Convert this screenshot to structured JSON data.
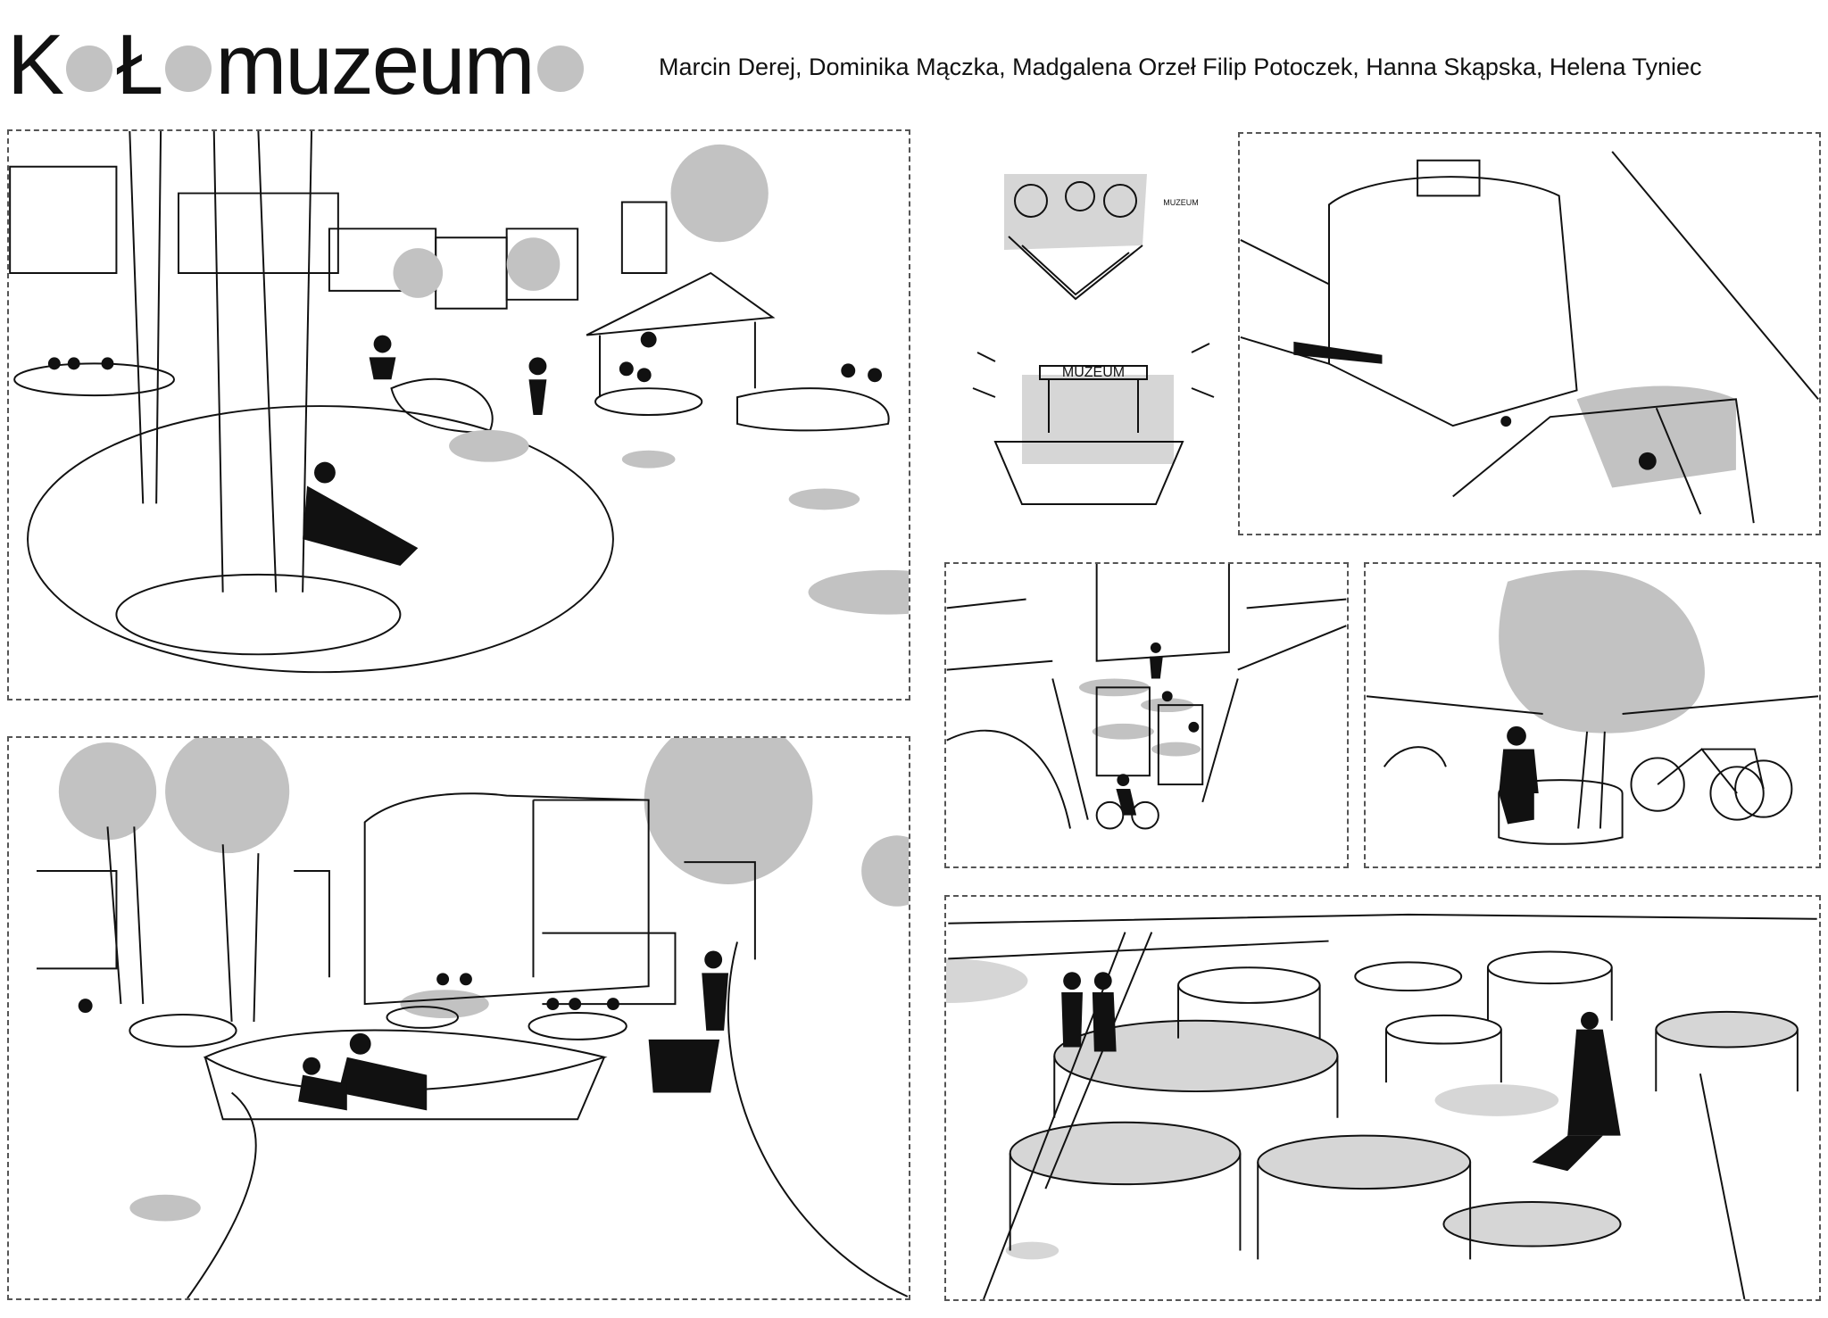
{
  "header": {
    "title_part1": "K",
    "title_part2": "Ł",
    "title_part3": "muzeum",
    "authors": "Marcin Derej, Dominika Mączka, Madgalena Orzeł Filip Potoczek, Hanna Skąpska, Helena Tyniec"
  },
  "sketch_labels": {
    "muzeum_sign": "MUZEUM",
    "muzeum_note": "MUZEUM"
  },
  "colors": {
    "ink": "#111111",
    "fill_gray": "#c2c2c2",
    "light_gray": "#d6d6d6",
    "panel_border": "#555555"
  }
}
